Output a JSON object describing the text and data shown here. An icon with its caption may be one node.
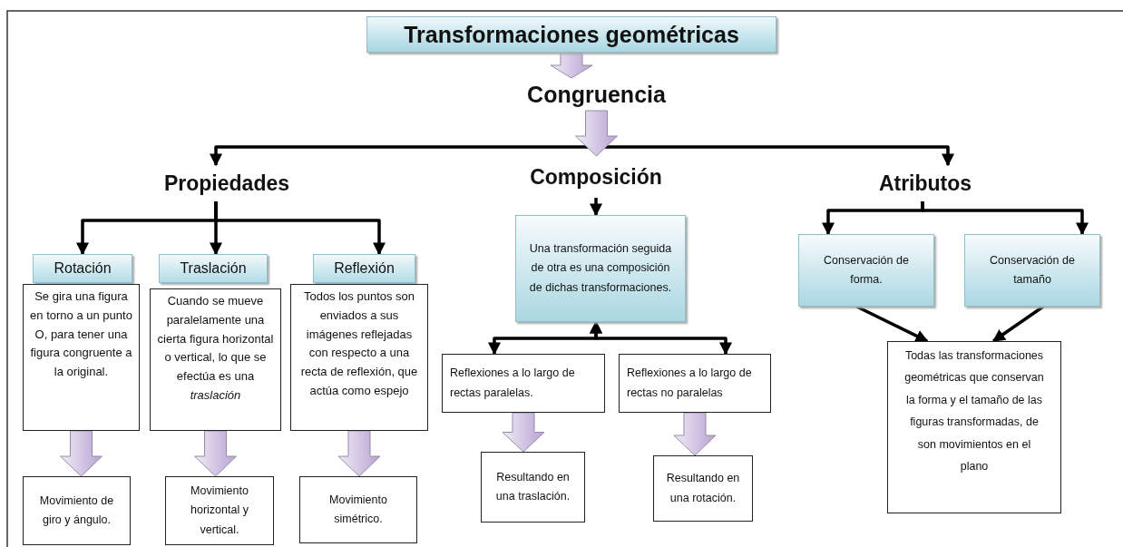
{
  "diagram": {
    "nodes": [
      {
        "text": [
          "Transformaciones geométricas"
        ]
      },
      {
        "text": [
          "Congruencia"
        ]
      },
      {
        "text": [
          "Propiedades"
        ]
      },
      {
        "text": [
          "Composición"
        ]
      },
      {
        "text": [
          "Atributos"
        ]
      },
      {
        "text": [
          "Rotación"
        ]
      },
      {
        "text": [
          "Traslación"
        ]
      },
      {
        "text": [
          "Reflexión"
        ]
      },
      {
        "text": [
          "Se gira una figura en torno a un punto O, para tener una figura congruente a la original."
        ]
      },
      {
        "text": [
          "Cuando se mueve paralelamente una cierta figura horizontal o vertical, lo que se efectúa es una *traslación*"
        ]
      },
      {
        "text": [
          "Todos los puntos son enviados a sus imágenes reflejadas con respecto a una recta de reflexión, que actúa como espejo"
        ]
      },
      {
        "text": [
          "Movimiento de giro y ángulo."
        ]
      },
      {
        "text": [
          "Movimiento horizontal y vertical."
        ]
      },
      {
        "text": [
          "Movimiento simétrico."
        ]
      },
      {
        "text": [
          "Una transformación seguida de otra es una composición de dichas transformaciones."
        ]
      },
      {
        "text": [
          "Reflexiones a lo largo de rectas paralelas."
        ]
      },
      {
        "text": [
          "Reflexiones a lo largo de rectas no paralelas"
        ]
      },
      {
        "text": [
          "Resultando en una traslación."
        ]
      },
      {
        "text": [
          "Resultando en una rotación."
        ]
      },
      {
        "text": [
          "Conservación de forma."
        ]
      },
      {
        "text": [
          "Conservación de tamaño"
        ]
      },
      {
        "text": [
          "Todas las transformaciones geométricas que conservan la forma y el tamaño de las figuras transformadas, de son movimientos en el plano"
        ]
      }
    ],
    "edges": [
      {
        "from": 0,
        "to": 1,
        "arrow": "to",
        "style": "thick",
        "color": "#c9b8de"
      },
      {
        "from": 1,
        "to": 2,
        "arrow": "to"
      },
      {
        "from": 1,
        "to": 3,
        "arrow": "to",
        "style": "thick",
        "color": "#c9b8de"
      },
      {
        "from": 1,
        "to": 4,
        "arrow": "to"
      },
      {
        "from": 2,
        "to": 5,
        "arrow": "to"
      },
      {
        "from": 2,
        "to": 6,
        "arrow": "to"
      },
      {
        "from": 2,
        "to": 7,
        "arrow": "to"
      },
      {
        "from": 3,
        "to": 14,
        "arrow": "to"
      },
      {
        "from": 14,
        "to": 15,
        "arrow": "both"
      },
      {
        "from": 14,
        "to": 16,
        "arrow": "both"
      },
      {
        "from": 4,
        "to": 19,
        "arrow": "to"
      },
      {
        "from": 4,
        "to": 20,
        "arrow": "to"
      },
      {
        "from": 8,
        "to": 11,
        "arrow": "to",
        "style": "thick",
        "color": "#c9b8de"
      },
      {
        "from": 9,
        "to": 12,
        "arrow": "to",
        "style": "thick",
        "color": "#c9b8de"
      },
      {
        "from": 10,
        "to": 13,
        "arrow": "to",
        "style": "thick",
        "color": "#c9b8de"
      },
      {
        "from": 15,
        "to": 17,
        "arrow": "to",
        "style": "thick",
        "color": "#c9b8de"
      },
      {
        "from": 16,
        "to": 18,
        "arrow": "to",
        "style": "thick",
        "color": "#c9b8de"
      },
      {
        "from": 19,
        "to": 21,
        "arrow": "to"
      },
      {
        "from": 20,
        "to": 21,
        "arrow": "to"
      }
    ]
  }
}
